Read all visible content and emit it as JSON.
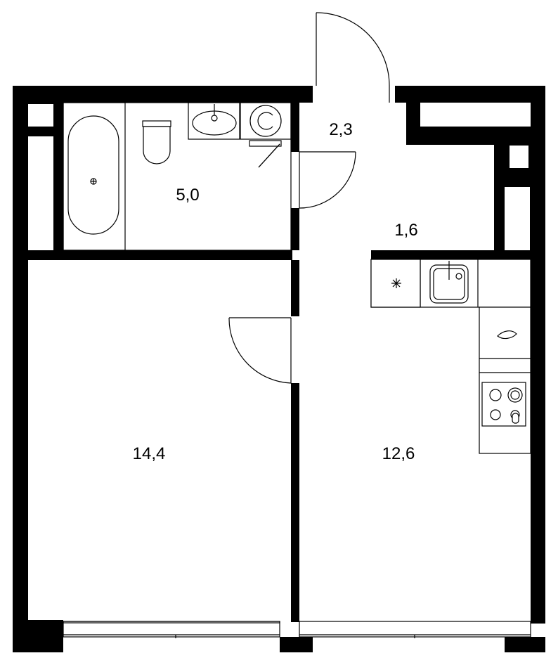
{
  "rooms": [
    {
      "id": "bathroom",
      "area": "5,0"
    },
    {
      "id": "vestibule",
      "area": "2,3"
    },
    {
      "id": "hallway",
      "area": "1,6"
    },
    {
      "id": "bedroom",
      "area": "14,4"
    },
    {
      "id": "kitchen-living",
      "area": "12,6"
    }
  ],
  "fixtures": [
    "bathtub",
    "toilet",
    "washbasin",
    "washing-machine",
    "kitchen-sink",
    "stove",
    "refrigerator"
  ]
}
